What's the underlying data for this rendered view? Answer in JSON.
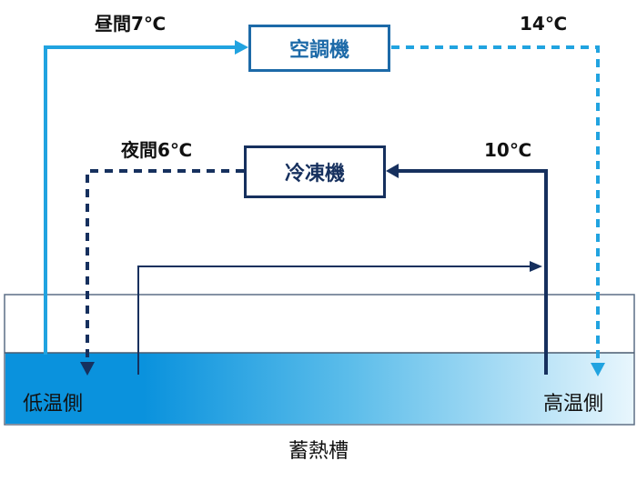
{
  "flows": {
    "day": {
      "time_temp": "昼間7℃",
      "return_temp": "14℃"
    },
    "night": {
      "time_temp": "夜間6℃",
      "return_temp": "10℃"
    }
  },
  "equipment": {
    "air_conditioner": "空調機",
    "chiller": "冷凍機"
  },
  "tank": {
    "name": "蓄熱槽",
    "low_side": "低温側",
    "high_side": "高温側"
  },
  "colors": {
    "day_line": "#21a3e0",
    "night_line": "#16305e",
    "ac_border": "#1d6aa8",
    "tank_water_low": "#0a92dd",
    "tank_water_high": "#e8f6fd"
  }
}
